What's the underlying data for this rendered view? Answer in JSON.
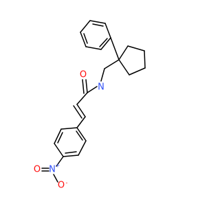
{
  "molecule": {
    "atoms": {
      "amide_n": {
        "symbol": "N",
        "color": "#3050f8"
      },
      "amide_o": {
        "symbol": "O",
        "color": "#ff0d0d"
      },
      "nitro_n": {
        "symbol": "N",
        "charge": "+",
        "color": "#3050f8"
      },
      "nitro_o_top": {
        "symbol": "O",
        "color": "#ff0d0d"
      },
      "nitro_o_bottom": {
        "symbol": "O",
        "charge": "-",
        "color": "#ff0d0d"
      }
    },
    "bond_color": "#000000"
  }
}
